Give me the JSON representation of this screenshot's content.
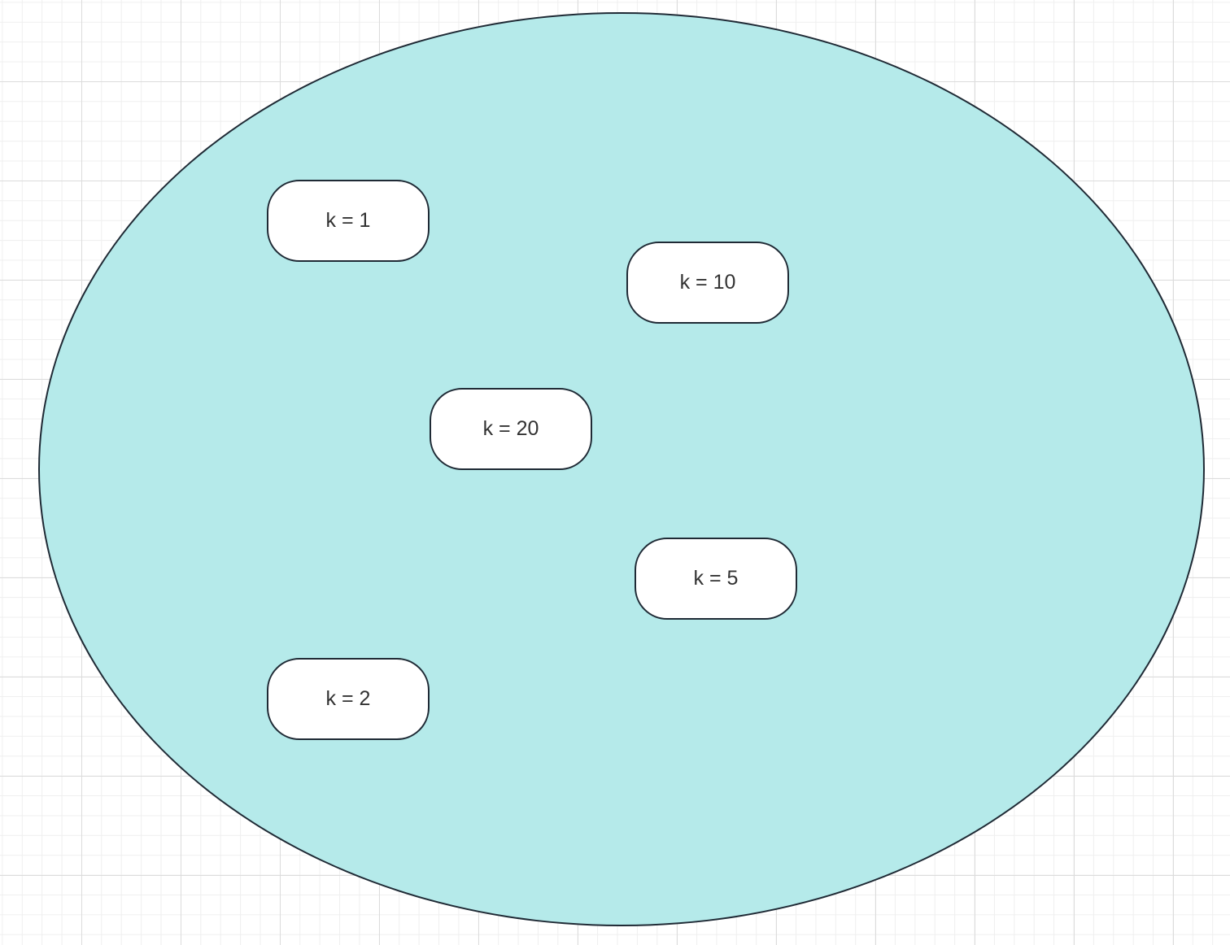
{
  "colors": {
    "ellipse_fill": "#b5eaea",
    "node_fill": "#ffffff",
    "stroke": "#1f2a35",
    "text": "#333333"
  },
  "nodes": [
    {
      "label": "k = 1"
    },
    {
      "label": "k = 10"
    },
    {
      "label": "k = 20"
    },
    {
      "label": "k = 5"
    },
    {
      "label": "k = 2"
    }
  ]
}
